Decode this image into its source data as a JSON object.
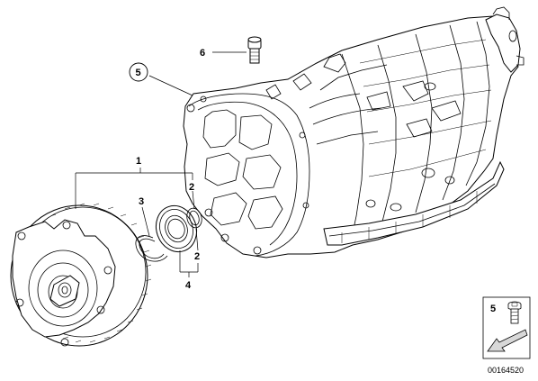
{
  "callouts": {
    "c1": "1",
    "c2a": "2",
    "c2b": "2",
    "c3": "3",
    "c4": "4",
    "c5": "5",
    "c6": "6"
  },
  "inset": {
    "label": "5",
    "icon": "bolt-icon",
    "arrow_icon": "arrow-icon"
  },
  "part_number": "00164520",
  "colors": {
    "line": "#000000",
    "background": "#ffffff",
    "shading": "#d8d8d8"
  }
}
